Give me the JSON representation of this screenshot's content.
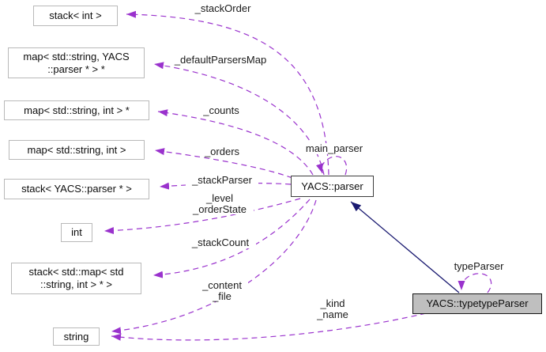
{
  "diagram": {
    "type": "doxygen-collaboration-graph",
    "colors": {
      "association_edge": "#9a32cd",
      "inheritance_edge": "#191970",
      "node_fill": "#ffffff",
      "node_border": "#b9b9b9",
      "main_node_border": "#3d3d3d",
      "focus_node_fill": "#bfbfbf",
      "background": "#ffffff"
    },
    "nodes": {
      "stack_int": {
        "label": "stack< int >"
      },
      "map_string_parser": {
        "line1": "map< std::string, YACS",
        "line2": "::parser * > *"
      },
      "map_string_int_ptr": {
        "label": "map< std::string, int > *"
      },
      "map_string_int": {
        "label": "map< std::string, int >"
      },
      "stack_yacs_parser": {
        "label": "stack< YACS::parser * >"
      },
      "int": {
        "label": "int"
      },
      "stack_map": {
        "line1": "stack< std::map< std",
        "line2": "::string, int > * >"
      },
      "string": {
        "label": "string"
      },
      "yacs_parser": {
        "label": "YACS::parser"
      },
      "yacs_typetypeparser": {
        "label": "YACS::typetypeParser"
      }
    },
    "edge_labels": {
      "stack_order": "_stackOrder",
      "default_parsers_map": "_defaultParsersMap",
      "counts": "_counts",
      "orders": "_orders",
      "stack_parser": "_stackParser",
      "level": "_level",
      "order_state": "_orderState",
      "stack_count": "_stackCount",
      "content": "_content",
      "file": "_file",
      "kind": "_kind",
      "name": "_name",
      "main_parser": "main_parser",
      "type_parser": "typeParser"
    }
  }
}
